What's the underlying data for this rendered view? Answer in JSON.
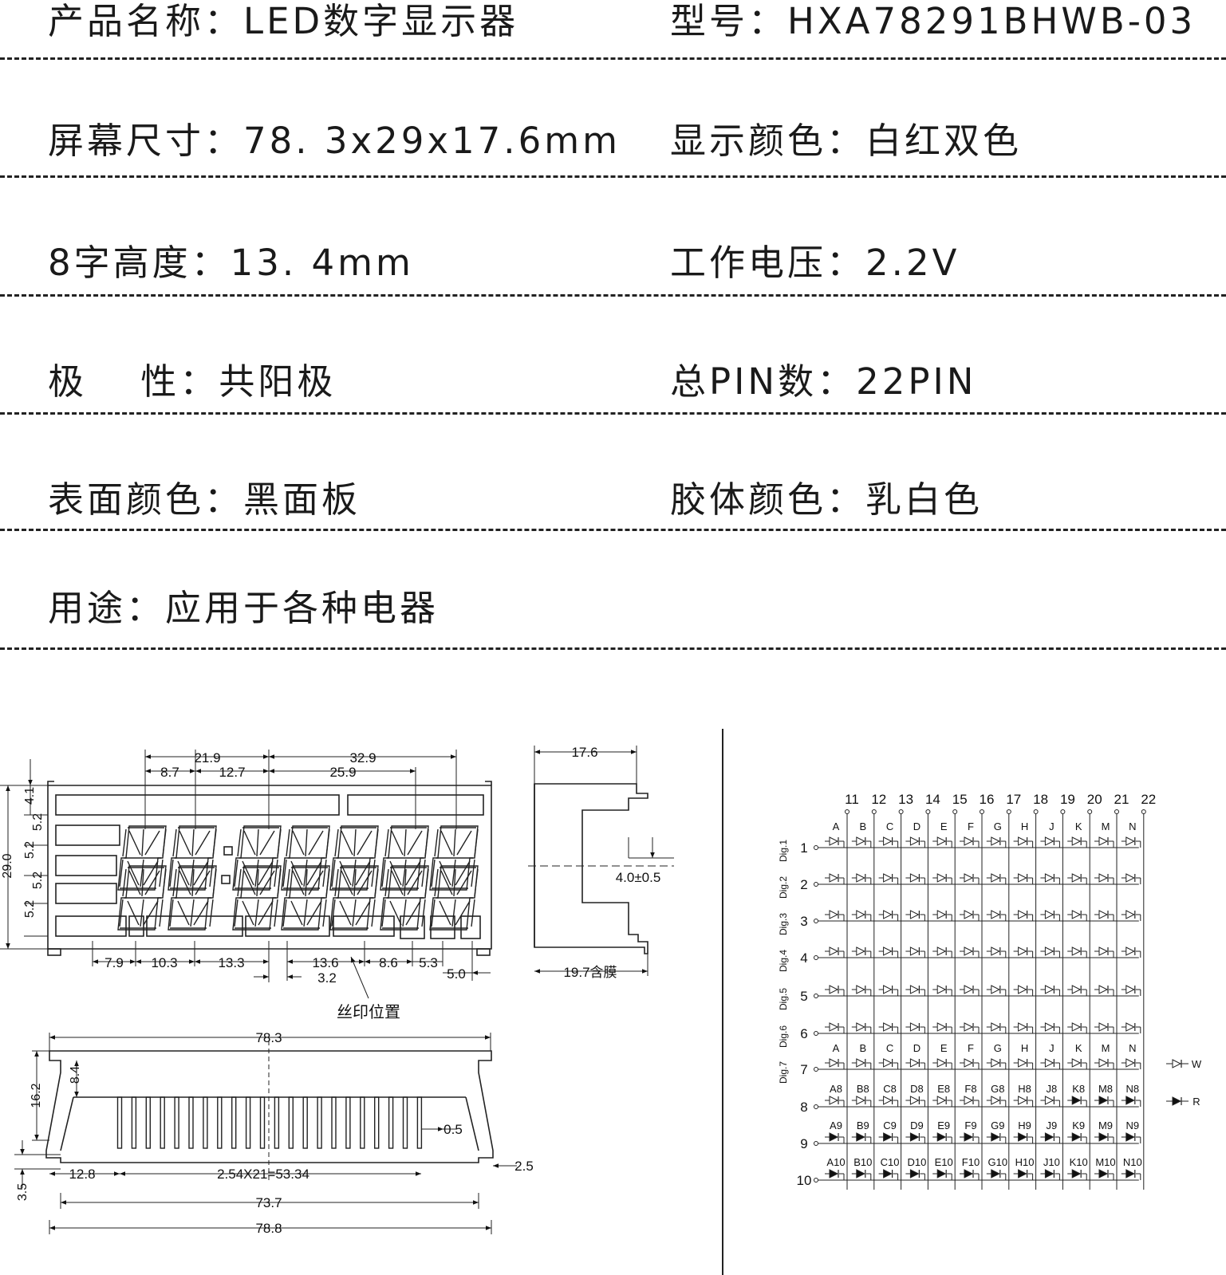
{
  "specs": [
    {
      "left": {
        "label": "产品名称：",
        "value": "LED数字显示器"
      },
      "right": {
        "label": "型号：",
        "value": "HXA78291BHWB-03"
      }
    },
    {
      "left": {
        "label": "屏幕尺寸：",
        "value": "78. 3x29x17.6mm"
      },
      "right": {
        "label": "显示颜色：",
        "value": "白红双色"
      }
    },
    {
      "left": {
        "label": "8字高度：",
        "value": "13. 4mm"
      },
      "right": {
        "label": "工作电压：",
        "value": "2.2V"
      }
    },
    {
      "left": {
        "label": "极　 性：",
        "value": "共阳极"
      },
      "right": {
        "label": "总PIN数：",
        "value": "22PIN"
      }
    },
    {
      "left": {
        "label": "表面颜色：",
        "value": "黑面板"
      },
      "right": {
        "label": "胶体颜色：",
        "value": "乳白色"
      }
    },
    {
      "left": {
        "label": "用途：",
        "value": "应用于各种电器"
      },
      "right": null
    }
  ],
  "dims": {
    "top": [
      "21.9",
      "32.9",
      "8.7",
      "12.7",
      "25.9"
    ],
    "left": [
      "4.1",
      "5.2",
      "5.2",
      "5.2",
      "5.2",
      "29.0"
    ],
    "bottom": [
      "7.9",
      "10.3",
      "13.3",
      "13.6",
      "3.2",
      "8.6",
      "5.3",
      "5.0"
    ],
    "screen_print": "丝印位置",
    "side": [
      "17.6",
      "4.0±0.5",
      "19.7含膜"
    ],
    "front": [
      "78.3",
      "8.4",
      "16.2",
      "0.5",
      "12.8",
      "2.54X21=53.34",
      "2.5",
      "3.5",
      "73.7",
      "78.8"
    ]
  },
  "schematic": {
    "pins_top": [
      "11",
      "12",
      "13",
      "14",
      "15",
      "16",
      "17",
      "18",
      "19",
      "20",
      "21",
      "22"
    ],
    "seg_letters": [
      "A",
      "B",
      "C",
      "D",
      "E",
      "F",
      "G",
      "H",
      "J",
      "K",
      "M",
      "N"
    ],
    "rows": [
      "1",
      "2",
      "3",
      "4",
      "5",
      "6",
      "7",
      "8",
      "9",
      "10"
    ],
    "digs": [
      "Dig.1",
      "Dig.2",
      "Dig.3",
      "Dig.4",
      "Dig.5",
      "Dig.6",
      "Dig.7"
    ],
    "row8": [
      "A8",
      "B8",
      "C8",
      "D8",
      "E8",
      "F8",
      "G8",
      "H8",
      "J8",
      "K8",
      "M8",
      "N8"
    ],
    "row9": [
      "A9",
      "B9",
      "C9",
      "D9",
      "E9",
      "F9",
      "G9",
      "H9",
      "J9",
      "K9",
      "M9",
      "N9"
    ],
    "row10": [
      "A10",
      "B10",
      "C10",
      "D10",
      "E10",
      "F10",
      "G10",
      "H10",
      "J10",
      "K10",
      "M10",
      "N10"
    ],
    "legend": [
      "W",
      "R"
    ]
  }
}
